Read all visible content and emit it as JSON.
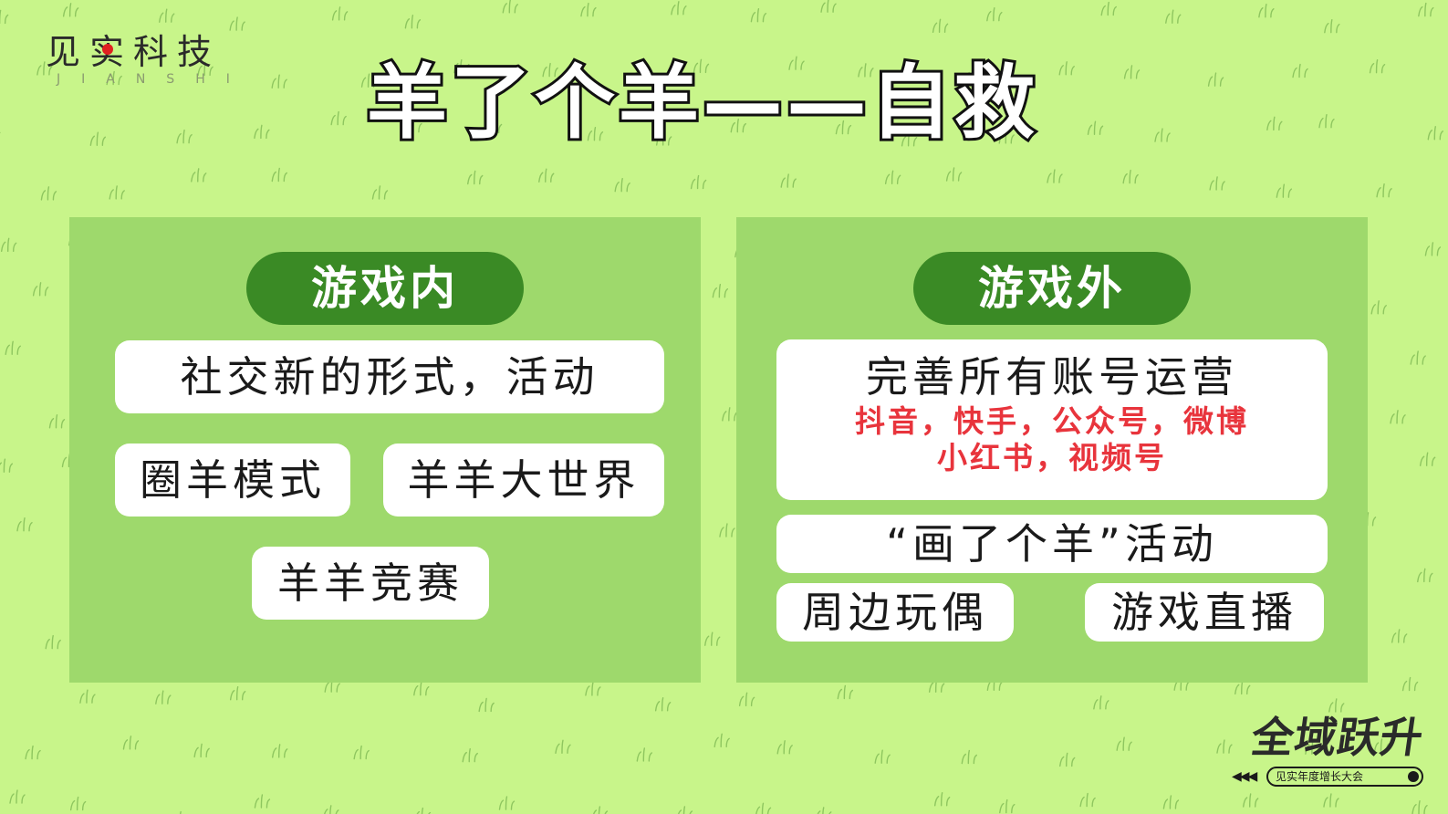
{
  "brand": {
    "name": "见实科技",
    "subtitle": "JIANSHI"
  },
  "title": "羊了个羊——自救",
  "left_panel": {
    "heading": "游戏内",
    "items": [
      "社交新的形式，活动",
      "圈羊模式",
      "羊羊大世界",
      "羊羊竞赛"
    ]
  },
  "right_panel": {
    "heading": "游戏外",
    "account_title": "完善所有账号运营",
    "platforms_line1": "抖音，快手，公众号，微博",
    "platforms_line2": "小红书，视频号",
    "activity": "“画了个羊”活动",
    "items": [
      "周边玩偶",
      "游戏直播"
    ]
  },
  "footer": {
    "logo_text": "全域跃升",
    "caption": "见实年度增长大会"
  },
  "colors": {
    "background": "#c8f58a",
    "panel": "#9ed96c",
    "heading_pill": "#3a8a25",
    "accent_red": "#e8343c"
  }
}
